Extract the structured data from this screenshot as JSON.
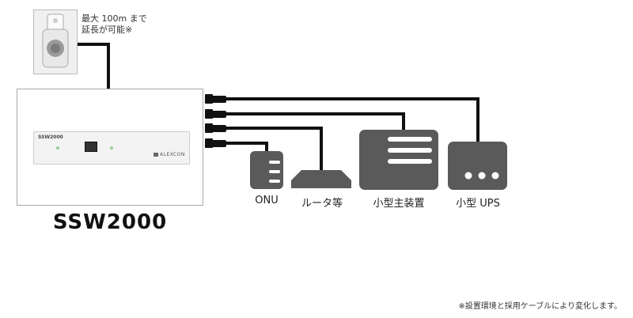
{
  "sensor": {
    "note_line1": "最大 100m まで",
    "note_line2": "延長が可能※"
  },
  "main_device": {
    "model_name": "SSW2000",
    "front_model_text": "SSW2000",
    "front_brand": "ALEXCON"
  },
  "devices": [
    {
      "label": "ONU",
      "icon": "onu-icon"
    },
    {
      "label": "ルータ等",
      "icon": "router-icon"
    },
    {
      "label": "小型主装置",
      "icon": "pbx-icon"
    },
    {
      "label": "小型 UPS",
      "icon": "ups-icon"
    }
  ],
  "footnote": "※設置環境と採用ケーブルにより変化します。",
  "colors": {
    "device_fill": "#5a5a5a",
    "line": "#111111"
  }
}
